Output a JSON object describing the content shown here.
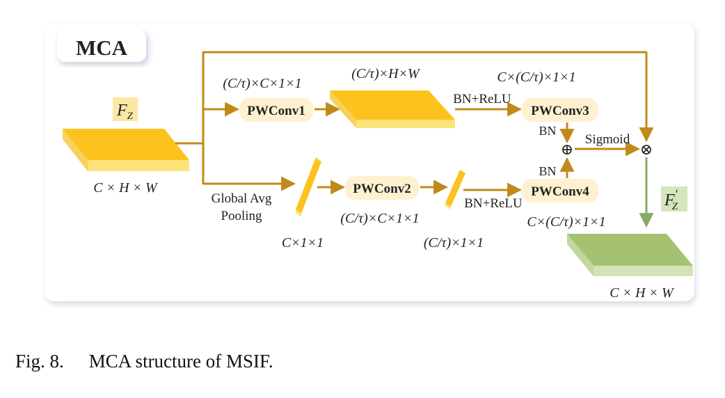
{
  "title": "MCA",
  "labels": {
    "fz": "F",
    "fz_sub": "Z",
    "fz_prime": "F",
    "fz_prime_sub": "Z",
    "fz_prime_mark": "′",
    "input_dims": "C × H × W",
    "output_dims": "C × H × W",
    "conv1_top": "(C/τ)×C×1×1",
    "feature_top": "(C/τ)×H×W",
    "conv3_top": "C×(C/τ)×1×1",
    "bn_relu_top": "BN+ReLU",
    "bn_relu_bottom": "BN+ReLU",
    "bn_upper": "BN",
    "bn_lower": "BN",
    "sigmoid": "Sigmoid",
    "gap_line1": "Global Avg",
    "gap_line2": "Pooling",
    "c11": "C×1×1",
    "conv2_bottom": "(C/τ)×C×1×1",
    "ct11": "(C/τ)×1×1",
    "conv4_bottom": "C×(C/τ)×1×1",
    "add_symbol": "⊕",
    "mul_symbol": "⊗"
  },
  "blocks": {
    "pwconv1": "PWConv1",
    "pwconv2": "PWConv2",
    "pwconv3": "PWConv3",
    "pwconv4": "PWConv4"
  },
  "caption": {
    "fig": "Fig. 8.",
    "text": "MCA structure of MSIF."
  },
  "colors": {
    "arrow": "#c08a1a",
    "yellow_top": "#fcc21e",
    "yellow_front": "#fde27a",
    "yellow_side": "#f6d25a",
    "green_top": "#a5c272",
    "green_front": "#d3e3b6",
    "green_side": "#c2d79e",
    "block_bg": "#fdf1d0",
    "green_label_bg": "#d4e6bc",
    "yellow_label_bg": "#fde7a6"
  }
}
